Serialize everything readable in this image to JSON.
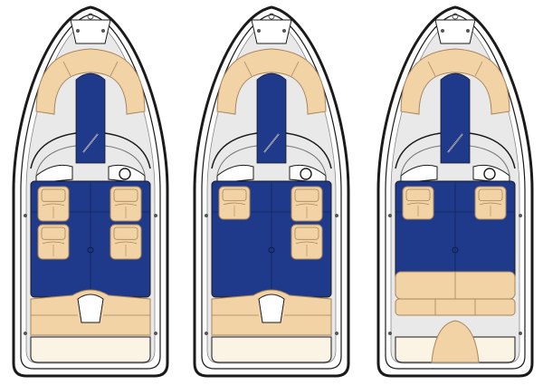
{
  "colors": {
    "hull_outline": "#1a1a1a",
    "hull_fill": "#ffffff",
    "deck_gray": "#e9e9e9",
    "carpet": "#1f3a8a",
    "cushion": "#f1d3a6",
    "cushion_stitch": "#a9845a",
    "swim_platform": "#fbf3e3",
    "hardware": "#555555"
  },
  "layouts": [
    {
      "id": "layout-a",
      "helm_seat_style": "double-bucket",
      "companion_seat_style": "double-bucket",
      "aft_seating": "sun-pad-with-walkthrough"
    },
    {
      "id": "layout-b",
      "helm_seat_style": "double-bucket",
      "companion_seat_style": "single-bucket",
      "aft_seating": "sun-pad-with-walkthrough"
    },
    {
      "id": "layout-c",
      "helm_seat_style": "single-bucket",
      "companion_seat_style": "single-bucket",
      "aft_seating": "full-bench"
    }
  ]
}
